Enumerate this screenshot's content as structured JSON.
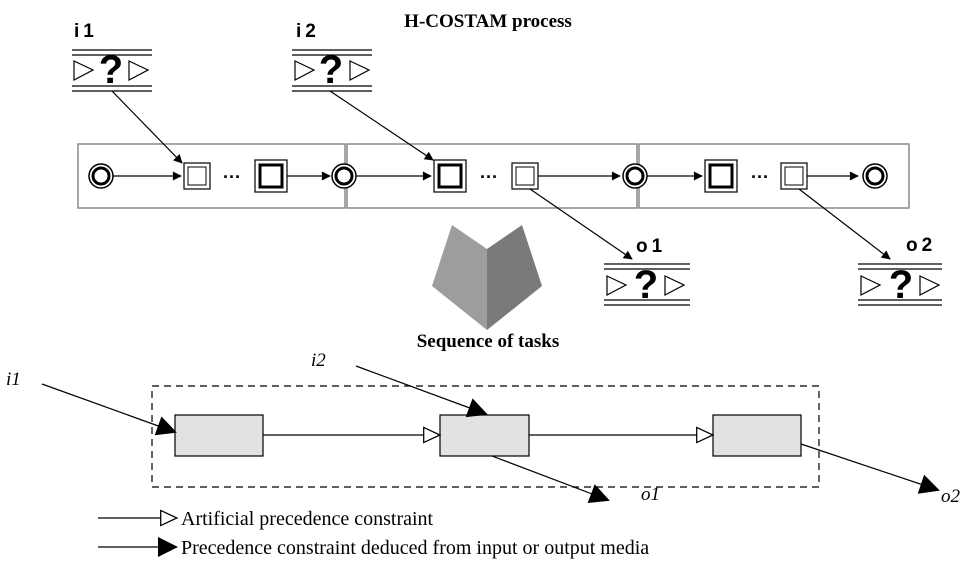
{
  "title": "H-COSTAM process",
  "transition_label": "Sequence of tasks",
  "media": {
    "inputs": [
      "i1",
      "i2"
    ],
    "outputs": [
      "o1",
      "o2"
    ],
    "unknown_glyph": "?"
  },
  "ellipsis": "···",
  "sequence_labels": {
    "in1": "i1",
    "in2": "i2",
    "out1": "o1",
    "out2": "o2"
  },
  "legend": {
    "artificial": "Artificial precedence constraint",
    "deduced": "Precedence constraint deduced from input or output media"
  },
  "colors": {
    "task_fill": "#e2e2e2",
    "arrow_gray_light": "#9d9d9d",
    "arrow_gray_dark": "#7a7a7a",
    "frame": "#8a8a8a",
    "line": "#000000"
  }
}
